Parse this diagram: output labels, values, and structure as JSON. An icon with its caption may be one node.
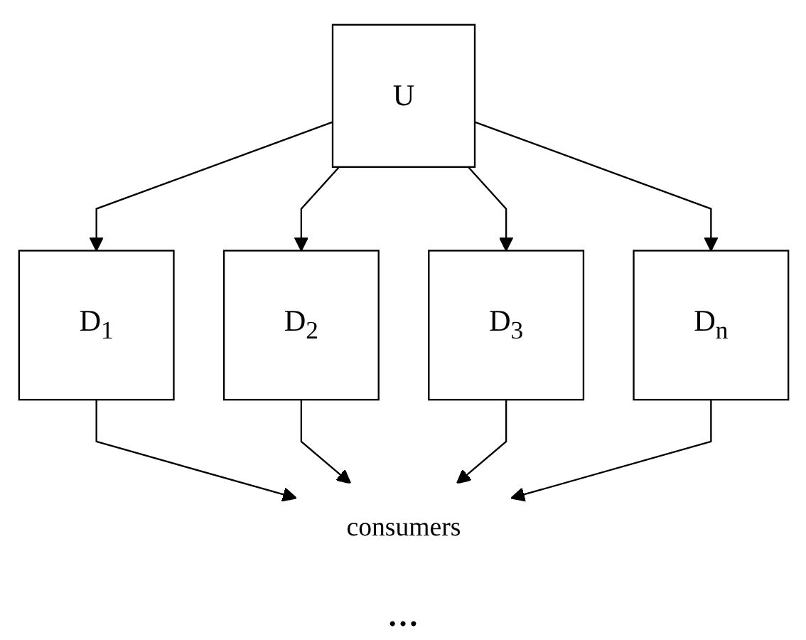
{
  "diagram": {
    "nodes": [
      {
        "text": [
          "U"
        ]
      },
      {
        "text": [
          "D$_{1}$"
        ]
      },
      {
        "text": [
          "D$_{2}$"
        ]
      },
      {
        "text": [
          "D$_{3}$"
        ]
      },
      {
        "text": [
          "D$_{n}$"
        ]
      },
      {
        "text": [
          "consumers"
        ]
      }
    ],
    "edges": [
      {
        "from": 0,
        "to": 1,
        "arrow": "to"
      },
      {
        "from": 0,
        "to": 2,
        "arrow": "to"
      },
      {
        "from": 0,
        "to": 3,
        "arrow": "to"
      },
      {
        "from": 0,
        "to": 4,
        "arrow": "to"
      },
      {
        "from": 1,
        "to": 5,
        "arrow": "to"
      },
      {
        "from": 2,
        "to": 5,
        "arrow": "to"
      },
      {
        "from": 3,
        "to": 5,
        "arrow": "to"
      },
      {
        "from": 4,
        "to": 5,
        "arrow": "to"
      }
    ],
    "labels": [
      "…"
    ]
  }
}
